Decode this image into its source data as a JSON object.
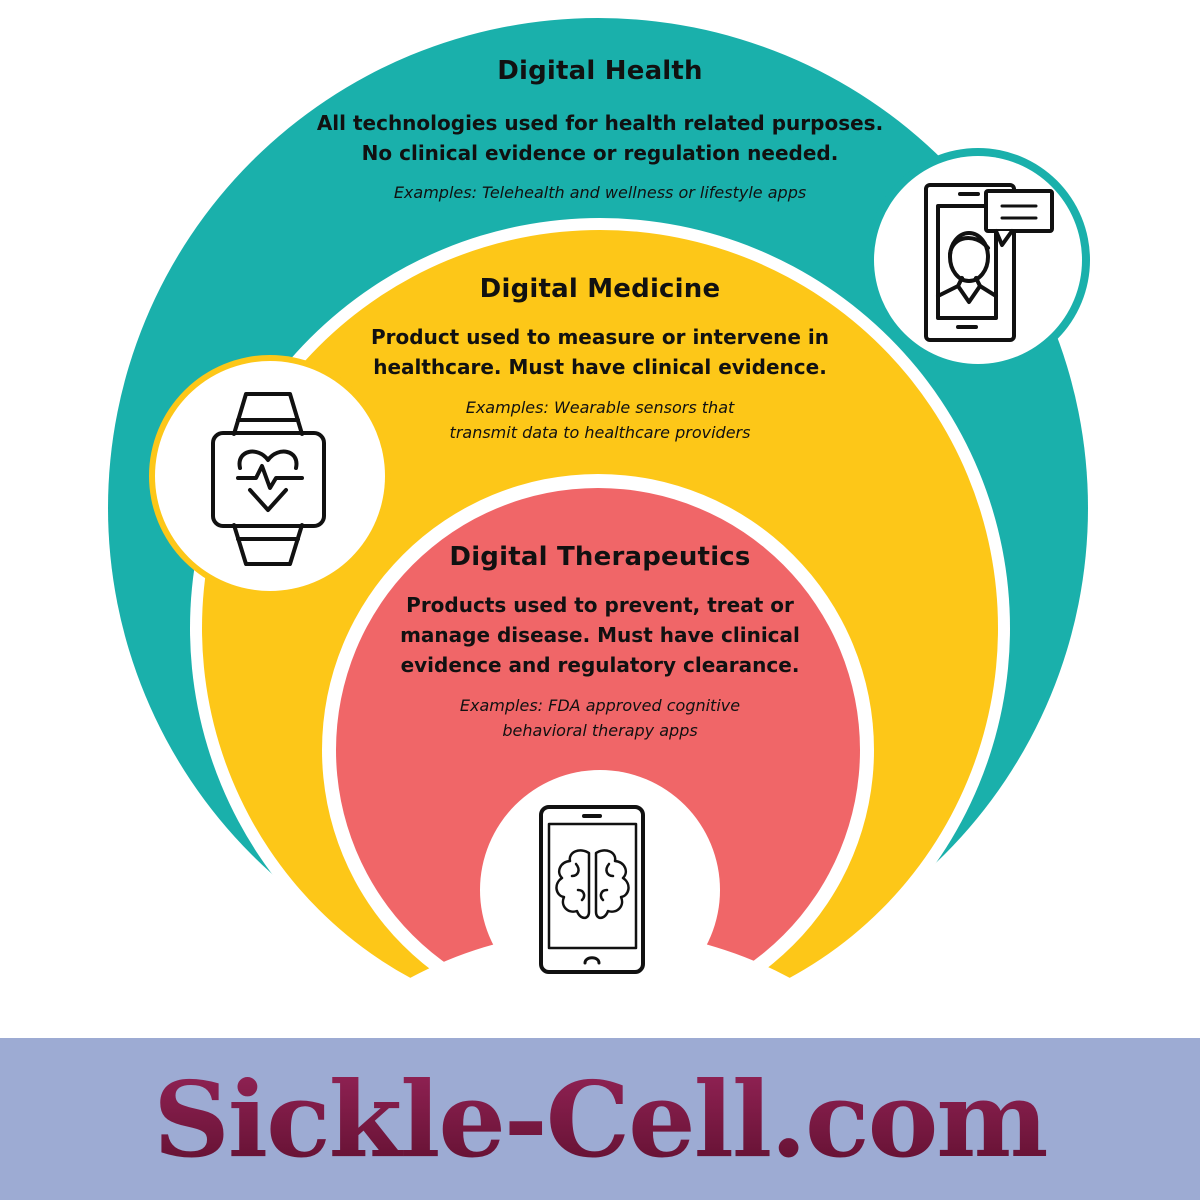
{
  "colors": {
    "digital_health": "#1ab0ab",
    "digital_medicine": "#fdc718",
    "digital_therapeutics": "#f06668",
    "footer_bg": "#9dabd3",
    "brand_top": "#962458",
    "brand_bottom": "#5e0f2e"
  },
  "layers": [
    {
      "title": "Digital Health",
      "description_lines": [
        "All technologies used for health related purposes.",
        "No clinical evidence or regulation needed."
      ],
      "examples_lines": [
        "Examples: Telehealth and wellness or lifestyle apps"
      ],
      "icon": "smartphone-video-chat-icon"
    },
    {
      "title": "Digital Medicine",
      "description_lines": [
        "Product used to measure or intervene in",
        "healthcare. Must have clinical evidence."
      ],
      "examples_lines": [
        "Examples: Wearable sensors that",
        "transmit data to healthcare providers"
      ],
      "icon": "smartwatch-heartbeat-icon"
    },
    {
      "title": "Digital Therapeutics",
      "description_lines": [
        "Products used to prevent, treat or",
        "manage disease. Must have clinical",
        "evidence and regulatory clearance."
      ],
      "examples_lines": [
        "Examples: FDA approved cognitive",
        "behavioral therapy apps"
      ],
      "icon": "tablet-brain-icon"
    }
  ],
  "footer": {
    "brand": "Sickle-Cell.com"
  }
}
